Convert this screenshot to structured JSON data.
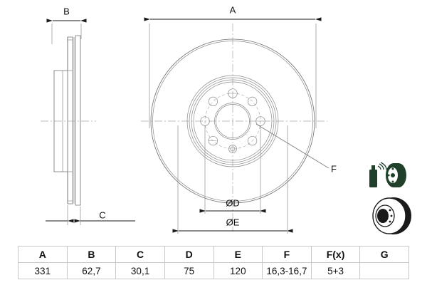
{
  "drawing": {
    "title": "brake-disc-technical-drawing",
    "dimension_labels": {
      "A": "A",
      "B": "B",
      "C": "C",
      "D": "ØD",
      "E": "ØE",
      "F": "F"
    }
  },
  "table": {
    "headers": [
      "A",
      "B",
      "C",
      "D",
      "E",
      "F",
      "F(x)",
      "G"
    ],
    "values": [
      "331",
      "62,7",
      "30,1",
      "75",
      "120",
      "16,3-16,7",
      "5+3",
      ""
    ]
  },
  "thumbnails": [
    {
      "name": "spray-can-with-disc",
      "label": ""
    },
    {
      "name": "vented-brake-disc",
      "label": ""
    }
  ],
  "colors": {
    "line": "#6f6f6f",
    "dimension": "#1a1a1a",
    "center": "#a8a8a8",
    "thumb_dark": "#20402b",
    "background": "#ffffff",
    "table_border": "#c9c9c9"
  }
}
